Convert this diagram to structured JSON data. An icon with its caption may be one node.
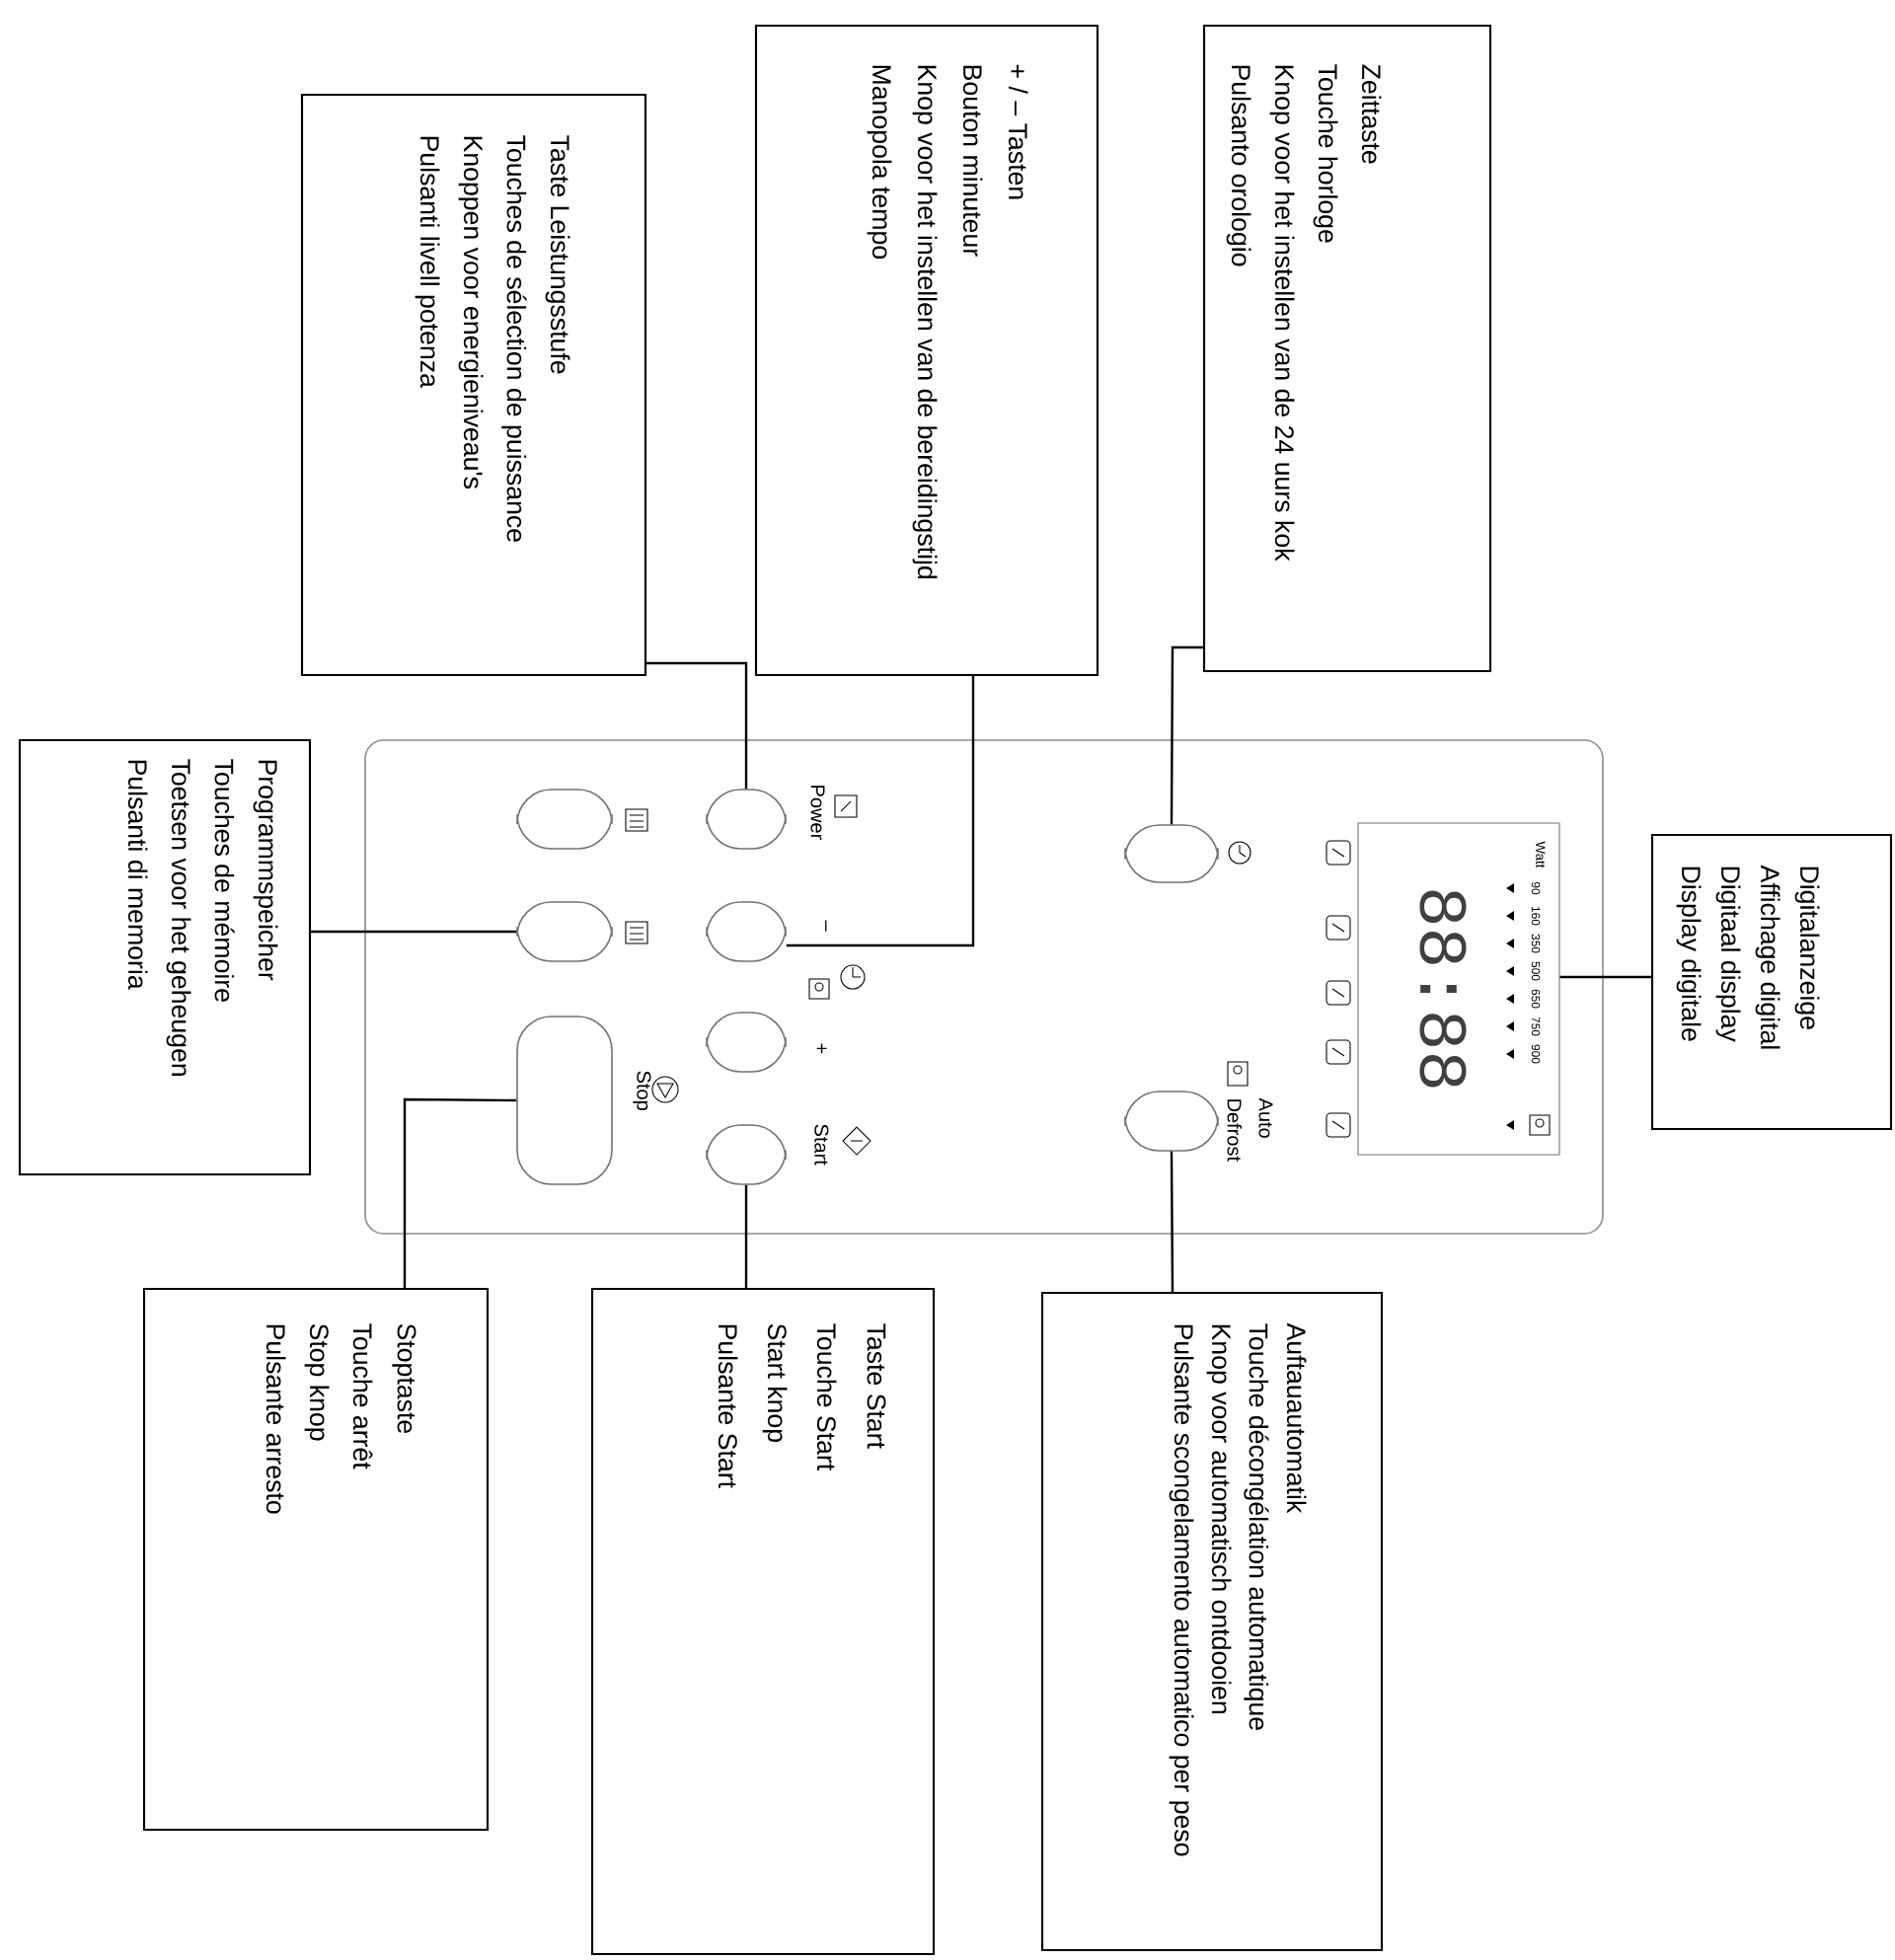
{
  "diagram": {
    "nodes": [
      {
        "text": [
          "Taste Leistungsstufe",
          "Touches de sélection de puissance",
          "Knoppen voor energieniveau's",
          "Pulsanti livell potenza"
        ]
      },
      {
        "text": [
          "+ / – Tasten",
          "Bouton minuteur",
          "Knop voor het instellen van de bereidingstijd",
          "Manopola tempo"
        ]
      },
      {
        "text": [
          "Zeittaste",
          "Touche horloge",
          "Knop voor het instellen van de 24 uurs kok",
          "Pulsanto orologio"
        ]
      },
      {
        "text": [
          "Programmspeicher",
          "Touches de mémoire",
          "Toetsen voor het geheugen",
          "Pulsanti di memoria"
        ]
      },
      {
        "text": [],
        "shape": "box"
      },
      {
        "text": [],
        "shape": "box",
        "in": 4
      },
      {
        "text": [],
        "shape": "box",
        "in": 4
      },
      {
        "text": [],
        "shape": "box",
        "in": 4,
        "beside": [
          "Stop"
        ]
      },
      {
        "text": [],
        "shape": "box",
        "in": 4,
        "beside": [
          "Power"
        ]
      },
      {
        "text": [],
        "shape": "box",
        "in": 4,
        "beside": [
          "–"
        ]
      },
      {
        "text": [],
        "shape": "box",
        "in": 4,
        "beside": [
          "+"
        ]
      },
      {
        "text": [],
        "shape": "box",
        "in": 4,
        "beside": [
          "Start"
        ]
      },
      {
        "text": [],
        "shape": "box",
        "in": 4
      },
      {
        "text": [],
        "shape": "box",
        "in": 4,
        "beside": [
          "Auto Defrost"
        ]
      },
      {
        "text": [
          "Watt",
          "90",
          "160",
          "350",
          "500",
          "650",
          "750",
          "900",
          "88:88"
        ],
        "in": 4
      },
      {
        "text": [
          "Digitalanzeige",
          "Affichage digital",
          "Digitaal display",
          "Display digitale"
        ]
      },
      {
        "text": [
          "Stoptaste",
          "Touche arrêt",
          "Stop knop",
          "Pulsante arresto"
        ]
      },
      {
        "text": [
          "Taste Start",
          "Touche Start",
          "Start knop",
          "Pulsante Start"
        ]
      },
      {
        "text": [
          "Auftauautomatik",
          "Touche décongélation automatique",
          "Knop voor automatisch ontdooien",
          "Pulsante scongelamento automatico per peso"
        ]
      }
    ],
    "edges": [
      {
        "from": 0,
        "to": 8,
        "arrow": "none"
      },
      {
        "from": 1,
        "to": 9,
        "arrow": "none"
      },
      {
        "from": 2,
        "to": 12,
        "arrow": "none"
      },
      {
        "from": 3,
        "to": 6,
        "arrow": "none"
      },
      {
        "from": 15,
        "to": 14,
        "arrow": "none"
      },
      {
        "from": 16,
        "to": 7,
        "arrow": "none"
      },
      {
        "from": 17,
        "to": 11,
        "arrow": "none"
      },
      {
        "from": 18,
        "to": 13,
        "arrow": "none"
      }
    ]
  }
}
